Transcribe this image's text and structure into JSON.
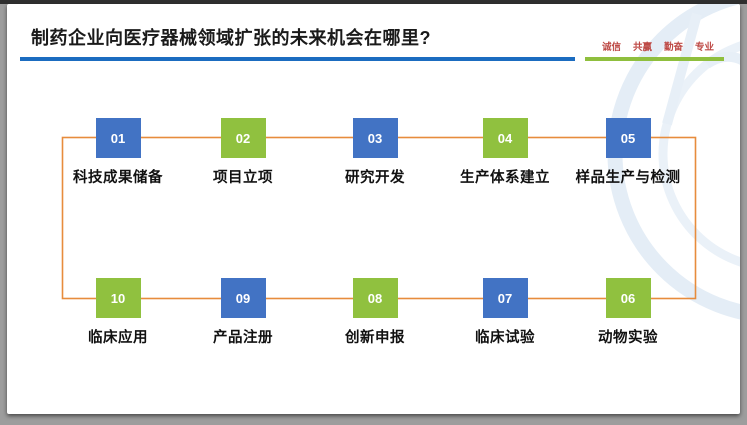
{
  "colors": {
    "box_blue": "#4273c4",
    "box_green": "#90c13f",
    "bar_blue": "#1b6cc0",
    "bar_green": "#8fbf3e",
    "connector": "#e78c3c",
    "slogan_red": "#be4a46"
  },
  "header": {
    "title": "制药企业向医疗器械领域扩张的未来机会在哪里?",
    "slogan_words": [
      "诚信",
      "共赢",
      "勤奋",
      "专业"
    ]
  },
  "flow": {
    "steps": [
      {
        "num": "01",
        "label": "科技成果储备",
        "color": "blue",
        "row": "top"
      },
      {
        "num": "02",
        "label": "项目立项",
        "color": "green",
        "row": "top"
      },
      {
        "num": "03",
        "label": "研究开发",
        "color": "blue",
        "row": "top"
      },
      {
        "num": "04",
        "label": "生产体系建立",
        "color": "green",
        "row": "top"
      },
      {
        "num": "05",
        "label": "样品生产与检测",
        "color": "blue",
        "row": "top"
      },
      {
        "num": "10",
        "label": "临床应用",
        "color": "green",
        "row": "bottom"
      },
      {
        "num": "09",
        "label": "产品注册",
        "color": "blue",
        "row": "bottom"
      },
      {
        "num": "08",
        "label": "创新申报",
        "color": "green",
        "row": "bottom"
      },
      {
        "num": "07",
        "label": "临床试验",
        "color": "blue",
        "row": "bottom"
      },
      {
        "num": "06",
        "label": "动物实验",
        "color": "green",
        "row": "bottom"
      }
    ]
  }
}
